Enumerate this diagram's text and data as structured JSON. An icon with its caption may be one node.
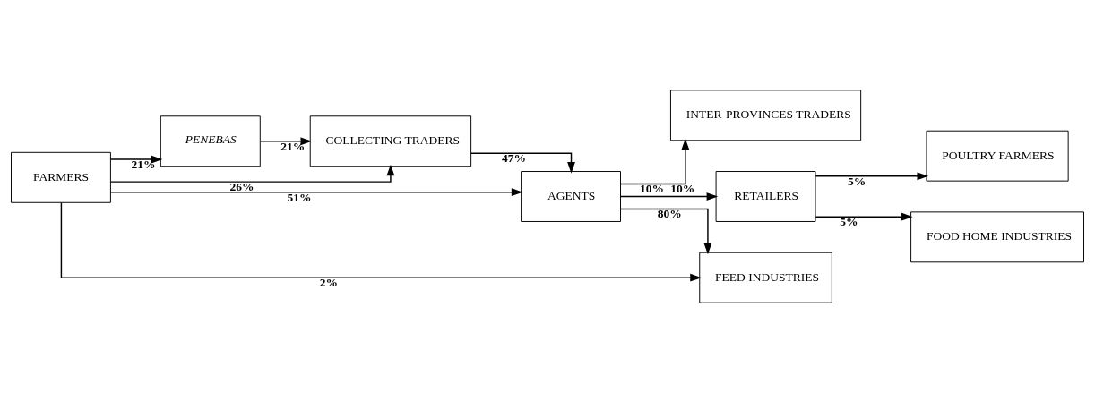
{
  "diagram": {
    "nodes": [
      {
        "text": [
          "FARMERS"
        ]
      },
      {
        "text": [
          "COLLECTING TRADERS"
        ]
      },
      {
        "text": [
          "AGENTS"
        ]
      },
      {
        "text": [
          "FEED INDUSTRIES"
        ]
      },
      {
        "text": [
          "INTER-PROVINCES TRADERS"
        ]
      },
      {
        "text": [
          "POULTRY FARMERS"
        ]
      },
      {
        "text": [
          "PENEBAS"
        ]
      },
      {
        "text": [
          "RETAILERS"
        ]
      },
      {
        "text": [
          "FOOD HOME INDUSTRIES"
        ]
      }
    ],
    "edges": [
      {
        "from": 0,
        "to": 3,
        "arrow": "to",
        "label": "2%"
      },
      {
        "from": 0,
        "to": 2,
        "arrow": "to",
        "label": "51%"
      },
      {
        "from": 0,
        "to": 1,
        "arrow": "to",
        "label": "26%"
      },
      {
        "from": 0,
        "to": 6,
        "arrow": "to",
        "label": "21%"
      },
      {
        "from": 6,
        "to": 1,
        "arrow": "to",
        "label": "21%"
      },
      {
        "from": 1,
        "to": 2,
        "arrow": "to",
        "label": "47%"
      },
      {
        "from": 2,
        "to": 3,
        "arrow": "to",
        "label": "80%"
      },
      {
        "from": 2,
        "to": 4,
        "arrow": "to",
        "label": "10%"
      },
      {
        "from": 2,
        "to": 7,
        "arrow": "to",
        "label": "10%"
      },
      {
        "from": 7,
        "to": 5,
        "arrow": "to",
        "label": "5%"
      },
      {
        "from": 7,
        "to": 8,
        "arrow": "to",
        "label": "5%"
      }
    ]
  }
}
